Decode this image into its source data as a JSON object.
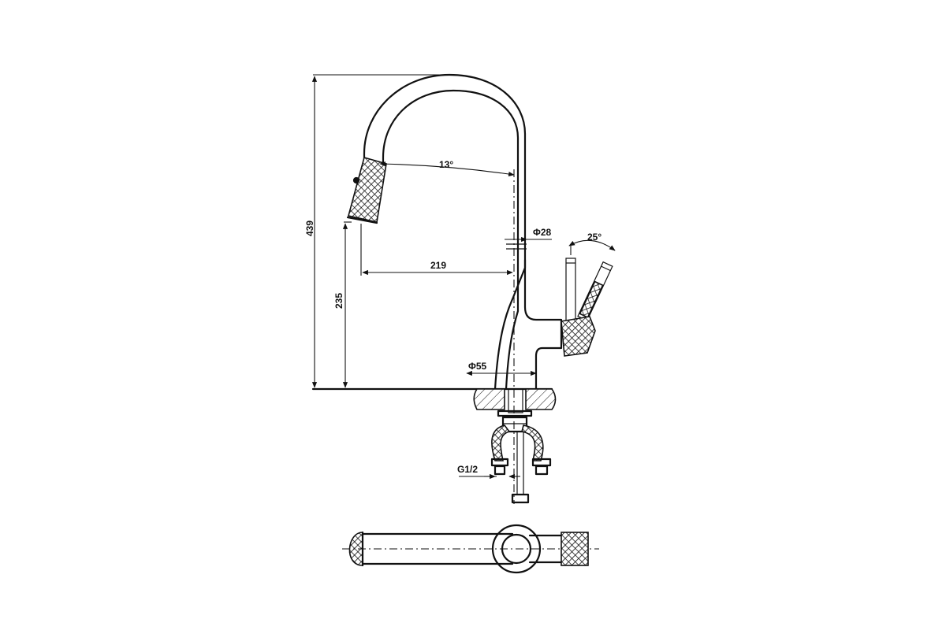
{
  "drawing": {
    "dimensions": {
      "total_height": "439",
      "spout_height": "235",
      "reach": "219",
      "spout_angle": "13°",
      "body_diameter": "Φ28",
      "base_diameter": "Φ55",
      "handle_angle": "25°",
      "thread": "G1/2"
    },
    "views": [
      "side-elevation",
      "top-plan"
    ]
  }
}
